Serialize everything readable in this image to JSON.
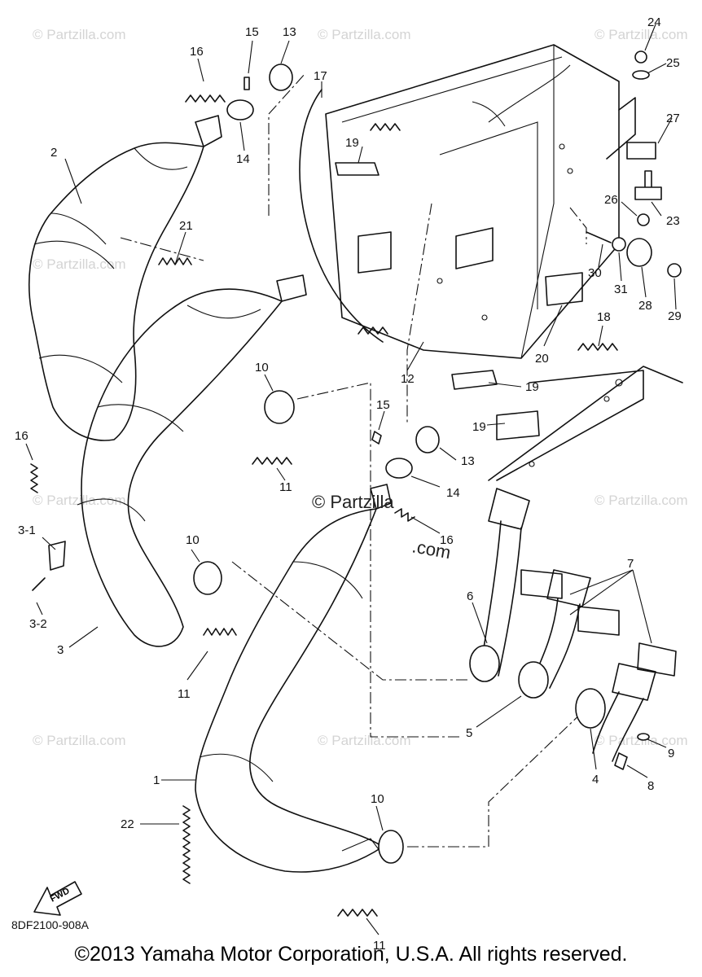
{
  "diagram": {
    "callouts": [
      {
        "id": "c1",
        "text": "1"
      },
      {
        "id": "c2",
        "text": "2"
      },
      {
        "id": "c3",
        "text": "3"
      },
      {
        "id": "c3-1",
        "text": "3-1"
      },
      {
        "id": "c3-2",
        "text": "3-2"
      },
      {
        "id": "c4",
        "text": "4"
      },
      {
        "id": "c5",
        "text": "5"
      },
      {
        "id": "c6",
        "text": "6"
      },
      {
        "id": "c7",
        "text": "7"
      },
      {
        "id": "c8",
        "text": "8"
      },
      {
        "id": "c9",
        "text": "9"
      },
      {
        "id": "c10a",
        "text": "10"
      },
      {
        "id": "c10b",
        "text": "10"
      },
      {
        "id": "c10c",
        "text": "10"
      },
      {
        "id": "c11a",
        "text": "11"
      },
      {
        "id": "c11b",
        "text": "11"
      },
      {
        "id": "c11c",
        "text": "11"
      },
      {
        "id": "c12",
        "text": "12"
      },
      {
        "id": "c13a",
        "text": "13"
      },
      {
        "id": "c13b",
        "text": "13"
      },
      {
        "id": "c14a",
        "text": "14"
      },
      {
        "id": "c14b",
        "text": "14"
      },
      {
        "id": "c15a",
        "text": "15"
      },
      {
        "id": "c15b",
        "text": "15"
      },
      {
        "id": "c16a",
        "text": "16"
      },
      {
        "id": "c16b",
        "text": "16"
      },
      {
        "id": "c16c",
        "text": "16"
      },
      {
        "id": "c17",
        "text": "17"
      },
      {
        "id": "c18",
        "text": "18"
      },
      {
        "id": "c19a",
        "text": "19"
      },
      {
        "id": "c19b",
        "text": "19"
      },
      {
        "id": "c19c",
        "text": "19"
      },
      {
        "id": "c20",
        "text": "20"
      },
      {
        "id": "c21",
        "text": "21"
      },
      {
        "id": "c22",
        "text": "22"
      },
      {
        "id": "c23",
        "text": "23"
      },
      {
        "id": "c24",
        "text": "24"
      },
      {
        "id": "c25",
        "text": "25"
      },
      {
        "id": "c26",
        "text": "26"
      },
      {
        "id": "c27",
        "text": "27"
      },
      {
        "id": "c28",
        "text": "28"
      },
      {
        "id": "c29",
        "text": "29"
      },
      {
        "id": "c30",
        "text": "30"
      },
      {
        "id": "c31",
        "text": "31"
      }
    ],
    "fwd_label": "FWD",
    "doc_id": "8DF2100-908A",
    "watermark_text": "© Partzilla.com",
    "center_watermark": {
      "line1": "© Partzilla",
      "line2": ".com"
    }
  },
  "footer": {
    "copyright": "©2013 Yamaha Motor Corporation, U.S.A. All rights reserved."
  }
}
